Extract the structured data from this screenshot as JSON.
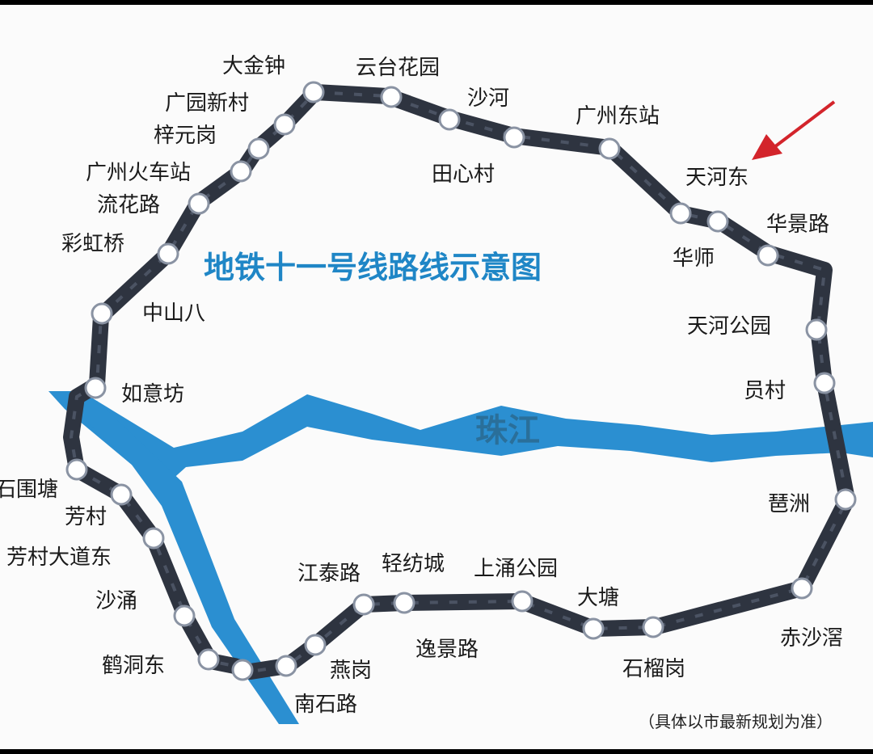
{
  "title": "地铁十一号线路线示意图",
  "river_label": "珠江",
  "note": "（具体以市最新规划为准）",
  "colors": {
    "line": "#2e3440",
    "river": "#2b8fd1",
    "title": "#1f86c6",
    "arrow": "#d3242b"
  },
  "arrow_target": "天河东",
  "stations": [
    "大金钟",
    "云台花园",
    "沙河",
    "田心村",
    "广州东站",
    "天河东",
    "华师",
    "华景路",
    "天河公园",
    "员村",
    "琶洲",
    "赤沙滘",
    "石榴岗",
    "大塘",
    "上涌公园",
    "逸景路",
    "轻纺城",
    "江泰路",
    "燕岗",
    "南石路",
    "鹤洞东",
    "沙涌",
    "芳村大道东",
    "芳村",
    "石围塘",
    "如意坊",
    "中山八",
    "彩虹桥",
    "流花路",
    "广州火车站",
    "梓元岗",
    "广园新村"
  ]
}
